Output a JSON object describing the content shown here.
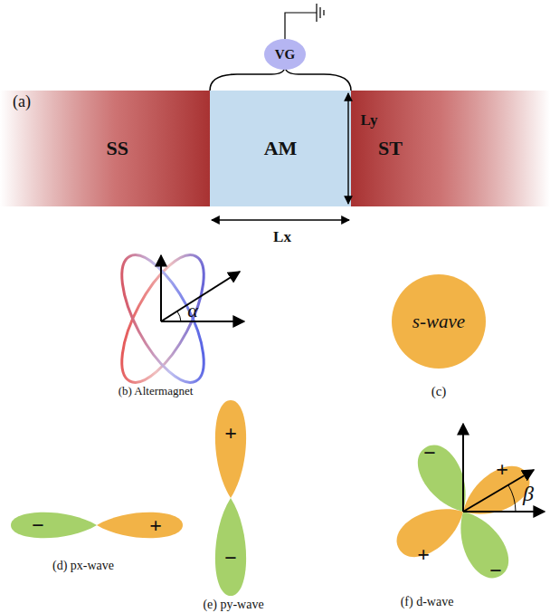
{
  "diagram": {
    "nodes": [
      {
        "text": [
          "SS"
        ]
      },
      {
        "text": [
          "AM"
        ]
      },
      {
        "text": [
          "ST"
        ]
      },
      {
        "text": [
          "VG"
        ]
      },
      {
        "text": [
          "s-wave"
        ]
      }
    ],
    "labels": [
      "(a)",
      "Ly",
      "Lx",
      "(b) Altermagnet",
      "α",
      "(c)",
      "−",
      "+",
      "(d) px-wave",
      "+",
      "−",
      "(e) py-wave",
      "−",
      "+",
      "+",
      "−",
      "β",
      "(f) d-wave"
    ]
  }
}
